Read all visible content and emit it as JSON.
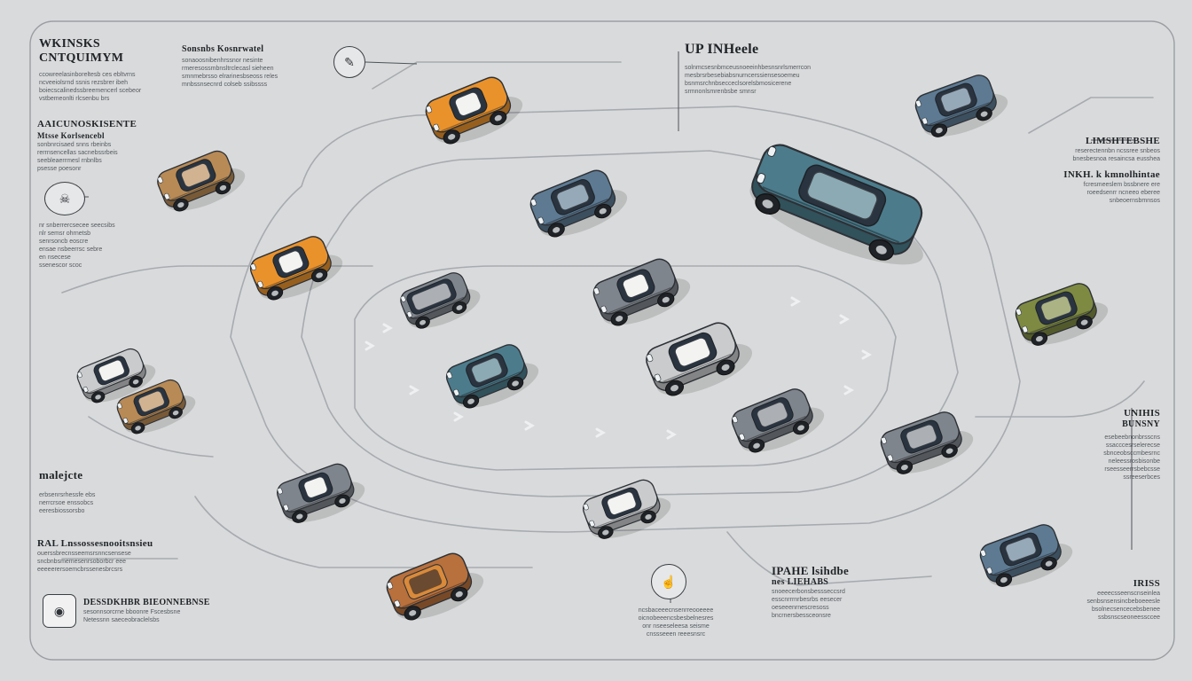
{
  "palette": {
    "background": "#d9dadb",
    "track": "#8f9398",
    "orange": "#e9922c",
    "blue": "#5d7a92",
    "teal": "#4c7c8c",
    "gray": "#7f858c",
    "silver": "#c9cbcd",
    "bronze": "#b88a55",
    "copper": "#b8703c",
    "olive": "#7e8a42"
  },
  "cars": [
    {
      "id": "orange-sports-top",
      "color": "orange",
      "style": "coupe"
    },
    {
      "id": "blue-sedan-top-right",
      "color": "blue",
      "style": "sedan"
    },
    {
      "id": "bronze-hatch-left",
      "color": "bronze",
      "style": "hatch"
    },
    {
      "id": "blue-sedan-center-top",
      "color": "blue",
      "style": "sedan"
    },
    {
      "id": "teal-limo-right",
      "color": "teal",
      "style": "limo"
    },
    {
      "id": "orange-sports-left",
      "color": "orange",
      "style": "coupe"
    },
    {
      "id": "slate-van-center",
      "color": "gray",
      "style": "van"
    },
    {
      "id": "gray-coupe-center",
      "color": "gray",
      "style": "coupe"
    },
    {
      "id": "olive-hatch-right",
      "color": "olive",
      "style": "hatch"
    },
    {
      "id": "silver-suv-left",
      "color": "silver",
      "style": "hatch"
    },
    {
      "id": "bronze-hatch-lower-left",
      "color": "bronze",
      "style": "hatch"
    },
    {
      "id": "teal-sedan-center",
      "color": "teal",
      "style": "sedan"
    },
    {
      "id": "silver-sedan-center",
      "color": "silver",
      "style": "sedan"
    },
    {
      "id": "gray-sedan-mid-right",
      "color": "gray",
      "style": "sedan"
    },
    {
      "id": "gray-sedan-right",
      "color": "gray",
      "style": "hatch"
    },
    {
      "id": "gray-coupe-lower-left",
      "color": "gray",
      "style": "coupe"
    },
    {
      "id": "silver-sedan-bottom",
      "color": "silver",
      "style": "sedan"
    },
    {
      "id": "copper-convertible-bottom",
      "color": "copper",
      "style": "convertible"
    },
    {
      "id": "blue-hatch-bottom-right",
      "color": "blue",
      "style": "hatch"
    }
  ],
  "icons": [
    {
      "id": "wrench-icon",
      "glyph": "✎"
    },
    {
      "id": "skull-icon",
      "glyph": "☠"
    },
    {
      "id": "hand-icon",
      "glyph": "☝"
    },
    {
      "id": "camera-icon",
      "glyph": "◉"
    }
  ],
  "text_blocks": {
    "tl_title": {
      "title": [
        "WKINSKS",
        "CNTQUIMYM"
      ],
      "lines": [
        "ccowreelasinboreltesb ces ebltvrns",
        "ncveeiolsrnd ssnis rezsbrer ibeh",
        "boiecscalinedssbreemencerl scebeor",
        "vstbemeonlti rlcsenbu brs"
      ]
    },
    "tl2": {
      "title": [
        "Sonsnbs Kosnrwatel"
      ],
      "lines": [
        "sonaoosnibenhrssnor nesinte",
        "rmeresossmbnsltrclecasl sieheen",
        "smnmebrsso elrarinesbseoss reles",
        "mnbssnsecnrd colseb ssibssss"
      ]
    },
    "left_mid": {
      "title": [
        "AAICUNOSKISENTE",
        "Mtsse Korlsencebl"
      ],
      "lines": [
        "sonbnrcisaed snns rbeinbs",
        "rerrnsencellas sacnebssrbeis",
        "seebleaerrmesl rnbnlbs",
        "psesse poesonr"
      ]
    },
    "left_icon_lines": {
      "lines": [
        "nr snberrercsecee seecsibs",
        "nlr semsr ohrnetsb",
        "senrsoncb eoscre",
        "ensae nsbeerrsc sebre",
        "en nsecese",
        "ssenescor scoc"
      ]
    },
    "top_center": {
      "title": [
        "UP INHeele"
      ],
      "lines": [
        "solnmcsesnbmceusnoeeinhbesnsnrlsmerrcon",
        "mesbrsrbesebiabsnurncerssiensesoemeu",
        "bsnmsrchnbsecceclsorelsbmosicerene",
        "srmnonlsmrenbsbe smnsr"
      ]
    },
    "right_top": {
      "title": [
        "LIMSHTEBSHE",
        "INKH. k kmnolhintae"
      ],
      "lines": [
        "reserectennbn ncssree snbeos",
        "bnesbesnoa resaincsa eusshea",
        "fcresmeeslem bssbnere ere",
        "roeedsenrr ncneeo eberee",
        "snbeoernsbmnsos"
      ]
    },
    "lower_left": {
      "title": [
        "malejcte"
      ],
      "lines": [
        "erbsenrsrhessfe ebs",
        "nerrcrsoe enssobcs",
        "eeresbiossorsbo"
      ]
    },
    "bottom_left": {
      "title": [
        "RAL Lnssossesnooitsnsieu"
      ],
      "lines": [
        "ouerssbrecnsseemsrsnncsensese",
        "sncbnbsmemesenrsoborbcr eee",
        "eeeeerersoemcbrssenesbrcsrs"
      ]
    },
    "bottom_left_icon": {
      "title": [
        "DESSDKHBR BIEONNEBNSE"
      ],
      "lines": [
        "sesonnsorcrne bboonre Fscesbsne",
        "Netessnn saeceobraclelsbs"
      ]
    },
    "bottom_center": {
      "lines": [
        "ncsbaceeecnsenrreooeeee",
        "oicnobeeencsbesbelnesres",
        "onr nseeseleesa seisme",
        "cnssseeen reeesnsrc"
      ]
    },
    "bottom_center2": {
      "title": [
        "IPAHE lsihdbe",
        "nes LIEHABS"
      ],
      "lines": [
        "snoeecerbonsbessseccsrd",
        "esscnrrrnrbesrbs eesecer",
        "oeseeenrnescresoss",
        "bncrnersbessceonsre"
      ]
    },
    "right_mid": {
      "title": [
        "UNIHIS",
        "BUNSNY"
      ],
      "lines": [
        "esebeebnonbrsscns",
        "ssacccesrselerecse",
        "sbnceobsccmbesrnc",
        "neleessrosbisonbe",
        "rseesseerrsbebcsse",
        "ssreeserbces"
      ]
    },
    "right_bottom": {
      "title": [
        "IRISS"
      ],
      "lines": [
        "eeeecsseenscnseinlea",
        "senbsnsensincbeboeeesle",
        "bsolnecsencecebsbenee",
        "ssbsnscseoneessccee"
      ]
    }
  }
}
